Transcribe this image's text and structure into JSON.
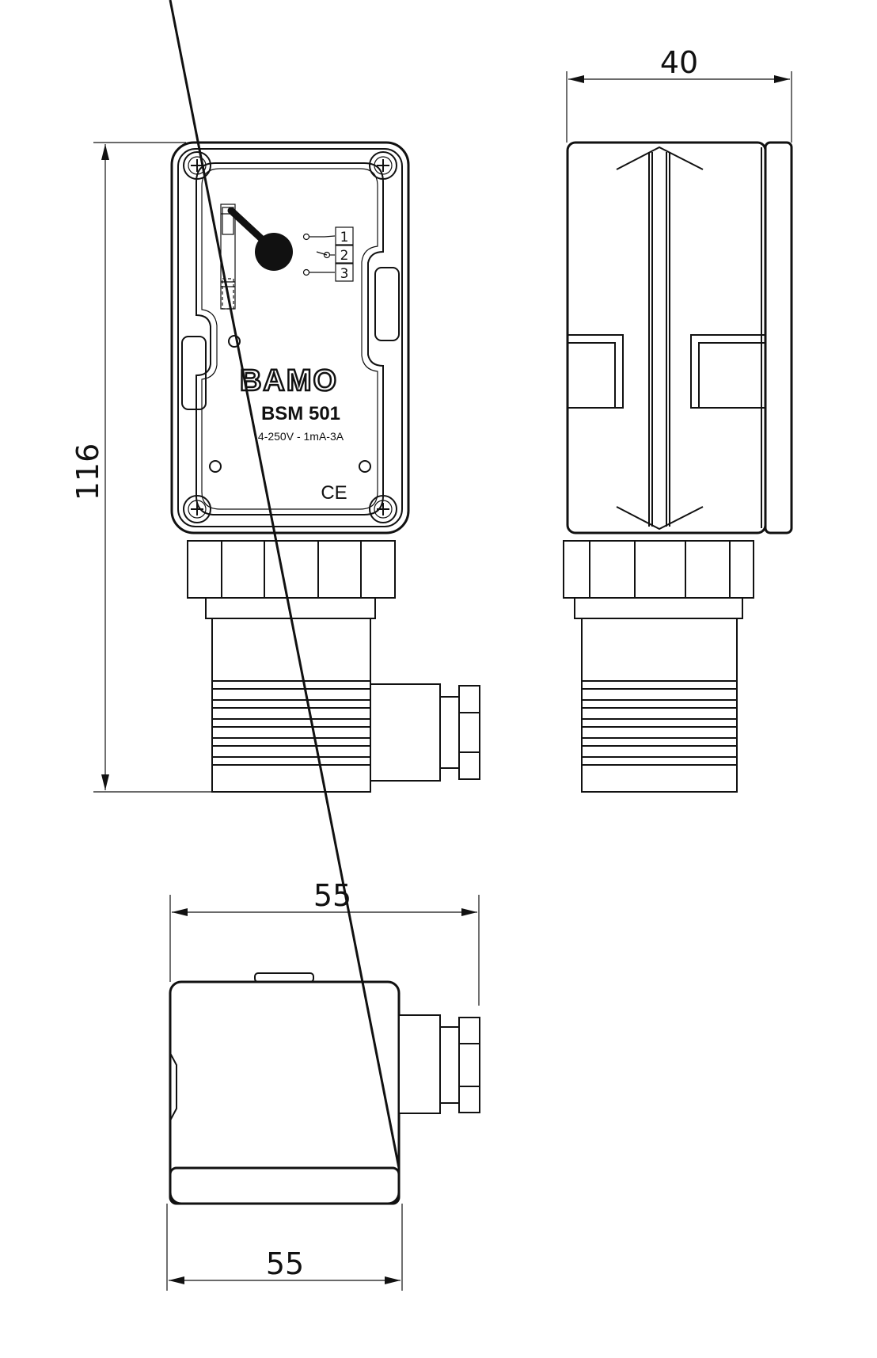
{
  "dimensions": {
    "front_height": "116",
    "side_width": "40",
    "top_width_upper": "55",
    "top_width_lower": "55"
  },
  "label": {
    "brand": "BAMO",
    "model": "BSM 501",
    "rating": "4-250V - 1mA-3A",
    "certification": "CE"
  },
  "terminals": [
    "1",
    "2",
    "3"
  ]
}
